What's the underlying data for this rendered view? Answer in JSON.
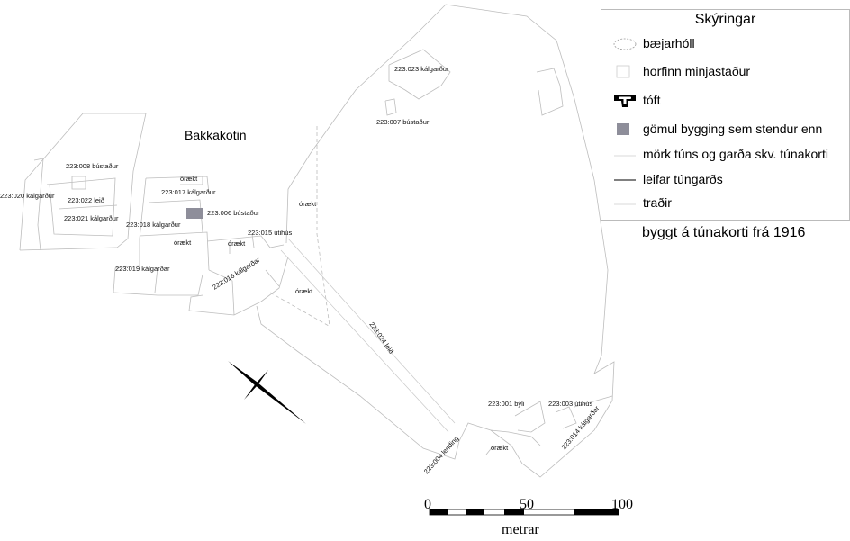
{
  "map": {
    "farm_name": "Bakkakotin",
    "labels": {
      "l020": "223:020 kálgarður",
      "l008": "223:008 bústaður",
      "l022": "223:022 leið",
      "l021": "223:021 kálgarður",
      "l017": "223:017 kálgarður",
      "l018": "223:018 kálgarður",
      "l006": "223:006 bústaður",
      "l019": "223:019 kálgarðar",
      "l016": "223:016 kálgarðar",
      "l015": "223:015 útihús",
      "l023": "223:023 kálgarður",
      "l007": "223:007 bústaður",
      "l024": "223:024 leið",
      "l001": "223:001 býli",
      "l003": "223:003 útihús",
      "l014": "223:014 kálgarðar",
      "l004": "223:004 lending",
      "o1": "órækt",
      "o2": "órækt",
      "o3": "órækt",
      "o4": "órækt",
      "o5": "órækt",
      "o6": "órækt"
    },
    "north_arrow_icon": "north-arrow-icon"
  },
  "legend": {
    "title": "Skýringar",
    "items": [
      {
        "label": "bæjarhóll",
        "icon": "mound-icon"
      },
      {
        "label": "horfinn minjastaður",
        "icon": "vanished-site-icon"
      },
      {
        "label": "tóft",
        "icon": "ruin-icon"
      },
      {
        "label": "gömul bygging sem stendur enn",
        "icon": "standing-building-icon"
      },
      {
        "label": "mörk túns og garða skv. túnakorti",
        "icon": "boundary-line-icon"
      },
      {
        "label": "leifar túngarðs",
        "icon": "wall-remains-line-icon"
      },
      {
        "label": "traðir",
        "icon": "lane-line-icon"
      }
    ],
    "building_color": "#8e8e9a"
  },
  "basis_note": "byggt á túnakorti frá 1916",
  "scale_bar": {
    "ticks": [
      "0",
      "50",
      "100"
    ],
    "unit": "metrar"
  }
}
